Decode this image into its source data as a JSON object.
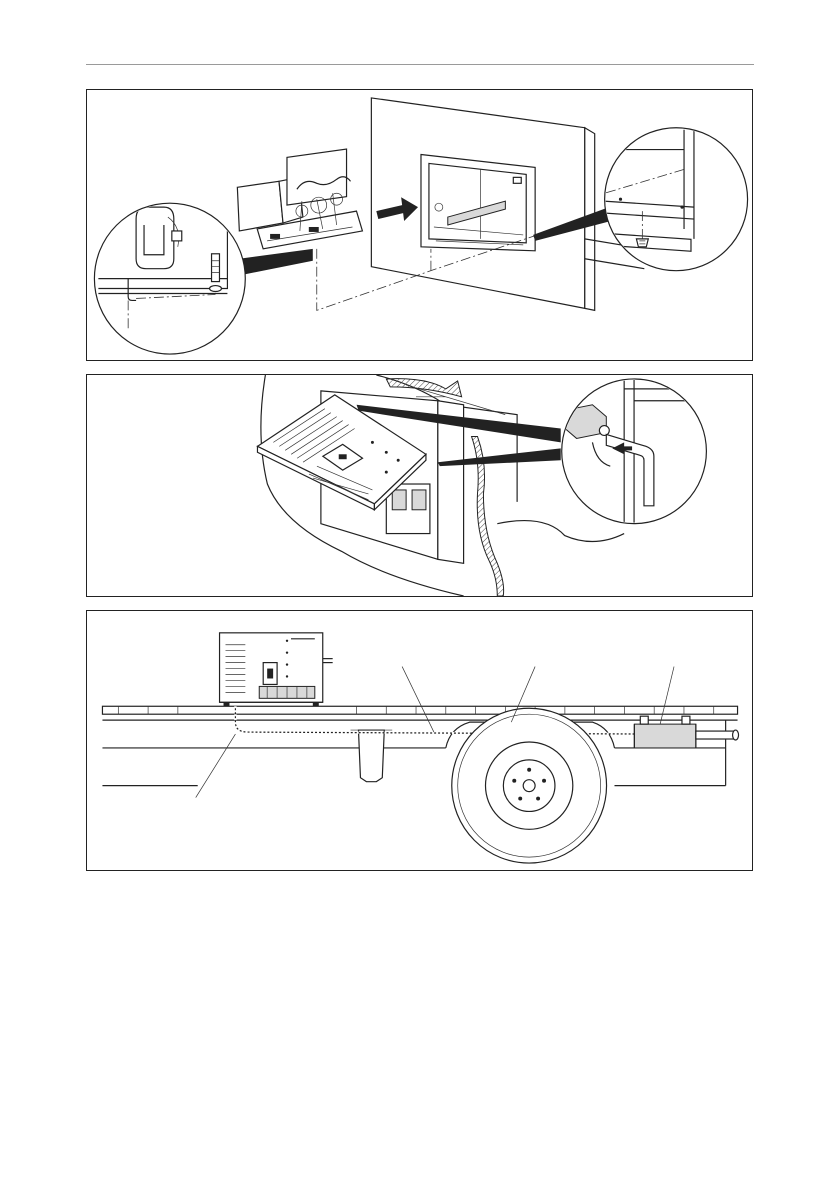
{
  "page": {
    "background": "#ffffff",
    "line_color": "#222222",
    "rule_color": "#9a9a9a"
  },
  "figures": [
    {
      "id": "fig1",
      "icon": "installation-into-wall-cutout-drawing"
    },
    {
      "id": "fig2",
      "icon": "front-panel-hex-key-mounting-drawing"
    },
    {
      "id": "fig3",
      "icon": "vehicle-underfloor-exhaust-drawing"
    }
  ]
}
